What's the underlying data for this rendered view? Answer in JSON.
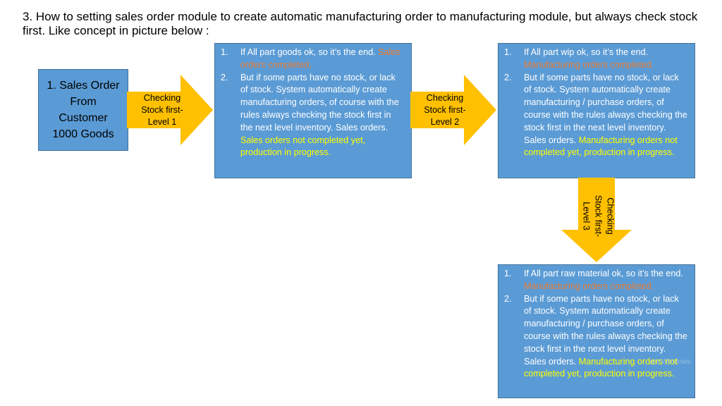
{
  "title": "3. How to setting sales order module to create automatic manufacturing order to manufacturing module, but always check stock first. Like concept in picture below :",
  "start_box": [
    "1. Sales Order",
    "From",
    "Customer",
    "1000 Goods"
  ],
  "arrow1": [
    "Checking",
    "Stock first-",
    "Level 1"
  ],
  "arrow2": [
    "Checking",
    "Stock first-",
    "Level 2"
  ],
  "arrow3": [
    "Checking",
    "Stock first-",
    "Level 3"
  ],
  "box1": {
    "item1": {
      "num": "1.",
      "text": "If All part goods ok, so it’s the end. ",
      "status": "Sales orders completed."
    },
    "item2": {
      "num": "2.",
      "text": "But if some parts have no stock, or lack of stock. System automatically create manufacturing orders, of course with the rules always checking the stock first in the next level inventory. Sales orders. ",
      "status": "Sales orders not completed yet, production in progress."
    }
  },
  "box2": {
    "item1": {
      "num": "1.",
      "text": "If All part wip ok, so it’s the end. ",
      "status": "Manufacturing orders completed."
    },
    "item2": {
      "num": "2.",
      "text": "But if some parts have no stock, or lack of stock. System automatically create manufacturing / purchase orders, of course with the rules always checking the stock first in the next level inventory. Sales orders. ",
      "status": "Manufacturing orders not completed yet, production in progress."
    }
  },
  "box3": {
    "item1": {
      "num": "1.",
      "text": "If All part raw material ok, so it’s the end. ",
      "status": "Manufacturing orders completed."
    },
    "item2": {
      "num": "2.",
      "text": "But if some parts have no stock, or lack of stock. System automatically create manufacturing / purchase orders, of course with the rules always checking the stock first in the next level inventory. Sales orders. ",
      "status": "Manufacturing orders not completed yet, production in progress."
    }
  },
  "watermark": "ate Windows",
  "colors": {
    "box": "#5b9bd5",
    "arrow": "#ffc000",
    "orange_text": "#ed7d31",
    "yellow_text": "#ffff00"
  }
}
